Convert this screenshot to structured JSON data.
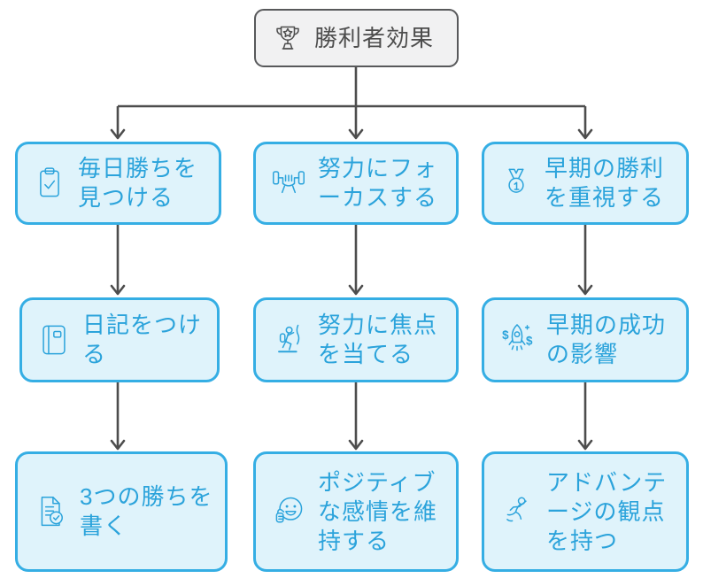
{
  "diagram": {
    "root": {
      "label": "勝利者効果",
      "icon": "trophy-icon"
    },
    "branches": [
      {
        "nodes": [
          {
            "label": "毎日勝ちを\n見つける",
            "icon": "clipboard-check-icon"
          },
          {
            "label": "日記をつけ\nる",
            "icon": "journal-icon"
          },
          {
            "label": "3つの勝ちを\n書く",
            "icon": "document-check-icon"
          }
        ]
      },
      {
        "nodes": [
          {
            "label": "努力にフォ\nーカスする",
            "icon": "dumbbell-hand-icon"
          },
          {
            "label": "努力に焦点\nを当てる",
            "icon": "climber-icon"
          },
          {
            "label": "ポジティブ\nな感情を維\n持する",
            "icon": "smiley-thumbs-up-icon"
          }
        ]
      },
      {
        "nodes": [
          {
            "label": "早期の勝利\nを重視する",
            "icon": "medal-icon"
          },
          {
            "label": "早期の成功\nの影響",
            "icon": "rocket-money-icon"
          },
          {
            "label": "アドバンテ\nージの観点\nを持つ",
            "icon": "jumping-person-icon"
          }
        ]
      }
    ]
  },
  "theme": {
    "node_border": "#35AEE4",
    "node_bg": "#DFF3FB",
    "node_text": "#2BA3DB",
    "root_border": "#58595B",
    "root_bg": "#F1F1F2",
    "root_text": "#4D4D4D",
    "arrow": "#4D4D4D",
    "canvas_bg": "#FFFFFF"
  }
}
